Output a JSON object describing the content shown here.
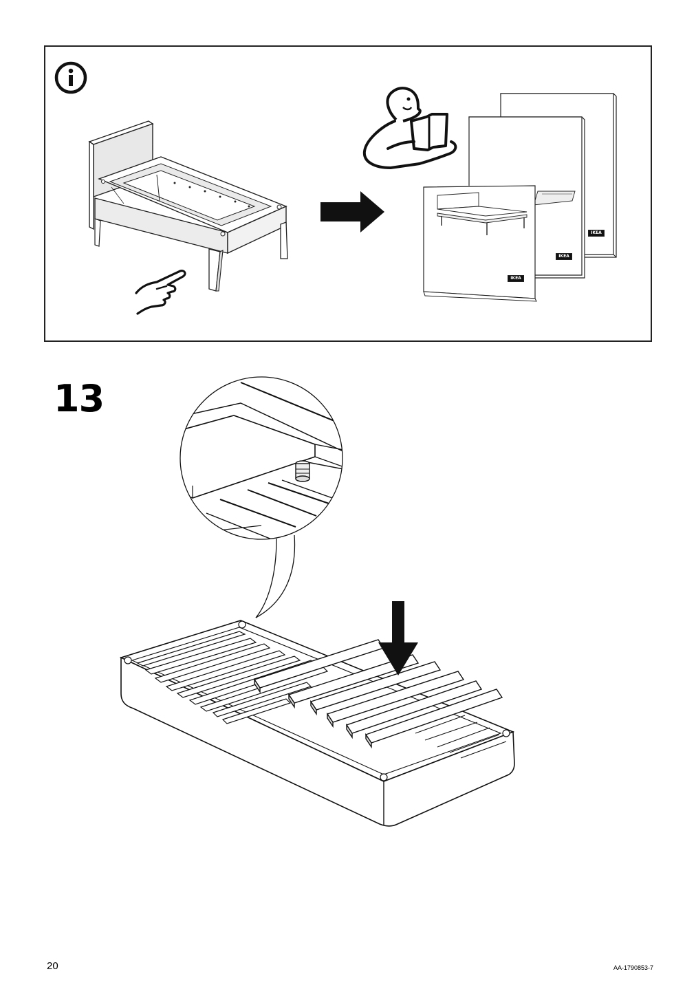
{
  "info_panel": {
    "icon": "info-icon",
    "arrow_icon": "arrow-right-icon",
    "reader_icon": "person-reading-icon",
    "hand_icon": "pointing-hand-icon",
    "booklet_brand": "IKEA"
  },
  "step": {
    "number": "13",
    "arrow_icon": "arrow-down-icon"
  },
  "footer": {
    "page_number": "20",
    "document_code": "AA-1790853-7"
  }
}
